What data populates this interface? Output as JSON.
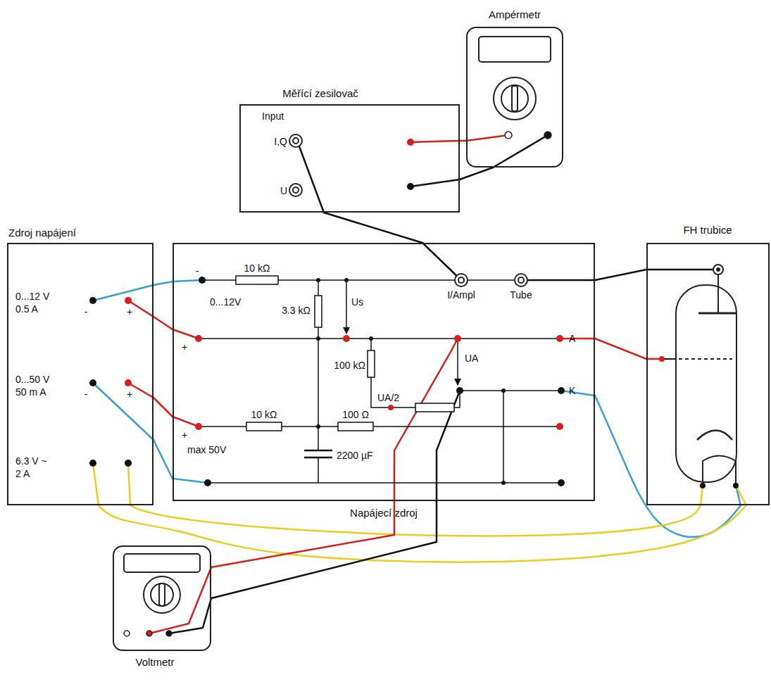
{
  "diagram": {
    "nodes": [
      {
        "text": [
          "Ampérmetr"
        ]
      },
      {
        "text": [
          "Měřící zesilovač",
          "Input",
          "I,Q",
          "U"
        ]
      },
      {
        "text": [
          "Zdroj napájení",
          "0...12 V 0.5 A",
          "-",
          "+",
          "0...50 V 50 m A",
          "-",
          "+",
          "6.3 V ~ 2 A"
        ]
      },
      {
        "text": [
          "Napájecí zdroj",
          "-",
          "0...12V",
          "+",
          "10 kΩ",
          "3.3 kΩ",
          "Us",
          "I/Ampl",
          "Tube",
          "100 kΩ",
          "UA",
          "UA/2",
          "A",
          "K",
          "+",
          "10 kΩ",
          "100 Ω",
          "max 50V",
          "2200 µF"
        ]
      },
      {
        "text": [
          "FH trubice"
        ]
      },
      {
        "text": [
          "Voltmetr"
        ]
      }
    ],
    "edges": [
      {
        "from": 0,
        "to": 1,
        "arrow": "none"
      },
      {
        "from": 0,
        "to": 1,
        "arrow": "none"
      },
      {
        "from": 1,
        "to": 3,
        "arrow": "none"
      },
      {
        "from": 2,
        "to": 3,
        "arrow": "none"
      },
      {
        "from": 2,
        "to": 3,
        "arrow": "none"
      },
      {
        "from": 2,
        "to": 3,
        "arrow": "none"
      },
      {
        "from": 2,
        "to": 3,
        "arrow": "none"
      },
      {
        "from": 3,
        "to": 4,
        "arrow": "none"
      },
      {
        "from": 3,
        "to": 4,
        "arrow": "none"
      },
      {
        "from": 3,
        "to": 4,
        "arrow": "none"
      },
      {
        "from": 2,
        "to": 4,
        "arrow": "none"
      },
      {
        "from": 2,
        "to": 4,
        "arrow": "none"
      },
      {
        "from": 5,
        "to": 3,
        "arrow": "none"
      },
      {
        "from": 5,
        "to": 3,
        "arrow": "none"
      }
    ]
  }
}
